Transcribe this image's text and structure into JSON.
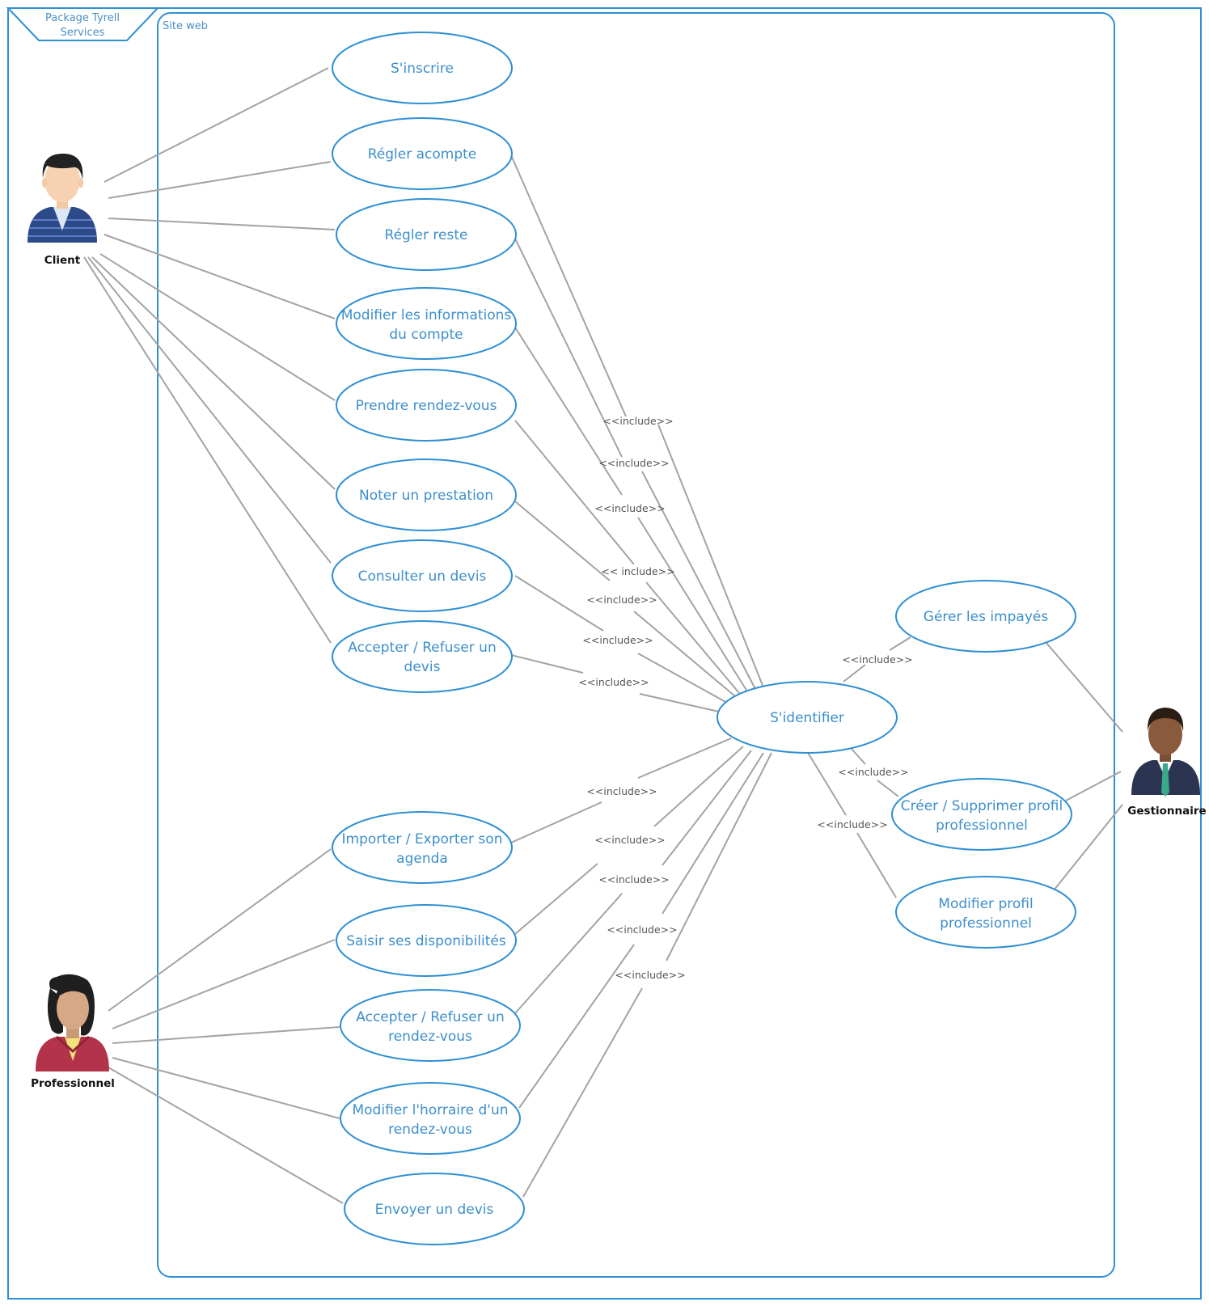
{
  "package": {
    "label_line1": "Package Tyrell",
    "label_line2": "Services"
  },
  "system": {
    "label": "Site web"
  },
  "actors": {
    "client": "Client",
    "professionnel": "Professionnel",
    "gestionnaire": "Gestionnaire"
  },
  "usecases": {
    "sinscrire": [
      "S'inscrire"
    ],
    "regler_acompte": [
      "Régler acompte"
    ],
    "regler_reste": [
      "Régler reste"
    ],
    "modifier_infos": [
      "Modifier les informations",
      "du compte"
    ],
    "prendre_rdv": [
      "Prendre rendez-vous"
    ],
    "noter": [
      "Noter un prestation"
    ],
    "consulter_devis": [
      "Consulter un devis"
    ],
    "accepter_devis": [
      "Accepter / Refuser un",
      "devis"
    ],
    "sidentifier": [
      "S'identifier"
    ],
    "gerer_impayes": [
      "Gérer les impayés"
    ],
    "creer_profil": [
      "Créer / Supprimer profil",
      "professionnel"
    ],
    "modifier_profil": [
      "Modifier profil",
      "professionnel"
    ],
    "importer_agenda": [
      "Importer / Exporter son",
      "agenda"
    ],
    "saisir_dispo": [
      "Saisir ses disponibilités"
    ],
    "accepter_rdv": [
      "Accepter / Refuser un",
      "rendez-vous"
    ],
    "modifier_horaire": [
      "Modifier l'horraire d'un",
      "rendez-vous"
    ],
    "envoyer_devis": [
      "Envoyer un devis"
    ]
  },
  "include_labels": {
    "regler_acompte": "<<include>>",
    "regler_reste": "<<include>>",
    "modifier_infos": "<<include>>",
    "prendre_rdv": "<< include>>",
    "noter": "<<include>>",
    "consulter_devis": "<<include>>",
    "accepter_devis": "<<include>>",
    "gerer_impayes": "<<include>>",
    "creer_profil": "<<include>>",
    "modifier_profil": "<<include>>",
    "importer_agenda": "<<include>>",
    "saisir_dispo": "<<include>>",
    "accepter_rdv": "<<include>>",
    "modifier_horaire": "<<include>>",
    "envoyer_devis": "<<include>>"
  },
  "colors": {
    "frame": "#2f8fd3",
    "usecase_stroke": "#2f8fd3",
    "usecase_text": "#3d8fcb",
    "line": "#a3a3a3"
  }
}
